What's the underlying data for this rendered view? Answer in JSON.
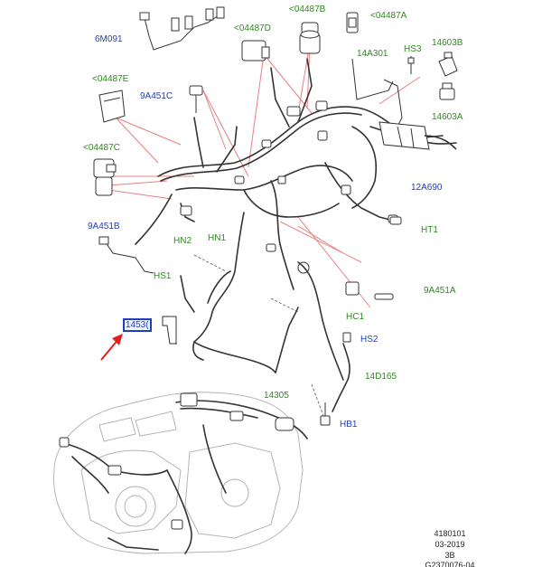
{
  "labels": {
    "l6M091": "6M091",
    "l04487B": "<04487B",
    "l04487A": "<04487A",
    "l04487D": "<04487D",
    "l14A301": "14A301",
    "lHS3": "HS3",
    "l14603B": "14603B",
    "l04487E": "<04487E",
    "l9A451C": "9A451C",
    "l14603A": "14603A",
    "l04487C": "<04487C",
    "l12A690": "12A690",
    "lHT1": "HT1",
    "l9A451B": "9A451B",
    "lHN2": "HN2",
    "lHN1": "HN1",
    "lHS1": "HS1",
    "l9A451A": "9A451A",
    "lHC1": "HC1",
    "l1453x": "1453(",
    "lHS2": "HS2",
    "l14D165": "14D165",
    "l14305": "14305",
    "lHB1": "HB1"
  },
  "doc_info": {
    "number": "4180101",
    "date": "03-2019",
    "revision": "3B",
    "code": "G2370076-04"
  },
  "colors": {
    "label_green": "#2e8b1e",
    "label_blue": "#1f3fbf",
    "leader_pink": "#e88080",
    "arrow_red": "#e02020",
    "drawing": "#333333"
  }
}
